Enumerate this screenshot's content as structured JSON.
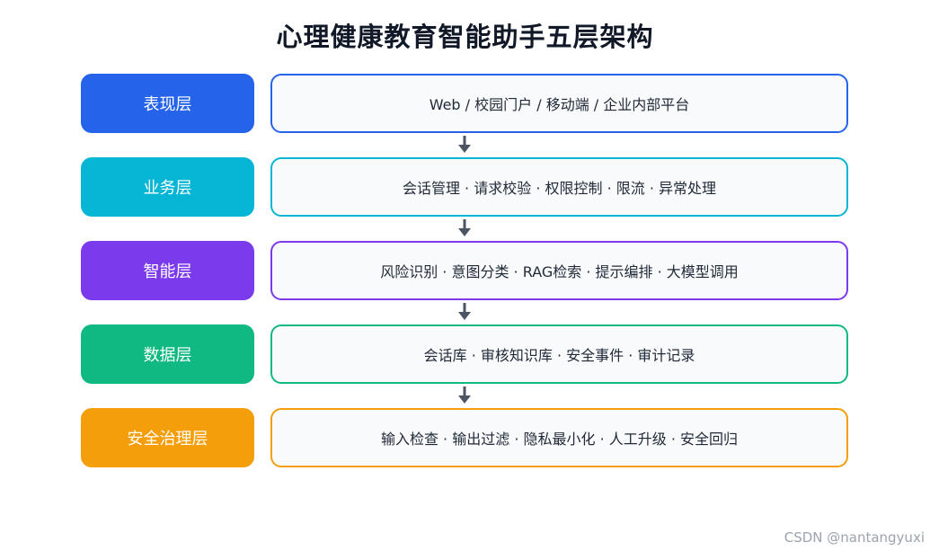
{
  "title": "心理健康教育智能助手五层架构",
  "layers": [
    {
      "name": "表现层",
      "content": "Web / 校园门户 / 移动端 / 企业内部平台",
      "color": "#2563eb"
    },
    {
      "name": "业务层",
      "content": "会话管理 · 请求校验 · 权限控制 · 限流 · 异常处理",
      "color": "#06b6d4"
    },
    {
      "name": "智能层",
      "content": "风险识别 · 意图分类 · RAG检索 · 提示编排 · 大模型调用",
      "color": "#7c3aed"
    },
    {
      "name": "数据层",
      "content": "会话库 · 审核知识库 · 安全事件 · 审计记录",
      "color": "#10b981"
    },
    {
      "name": "安全治理层",
      "content": "输入检查 · 输出过滤 · 隐私最小化 · 人工升级 · 安全回归",
      "color": "#f59e0b"
    }
  ],
  "arrow_color": "#4b5563",
  "watermark": "CSDN @nantangyuxi"
}
